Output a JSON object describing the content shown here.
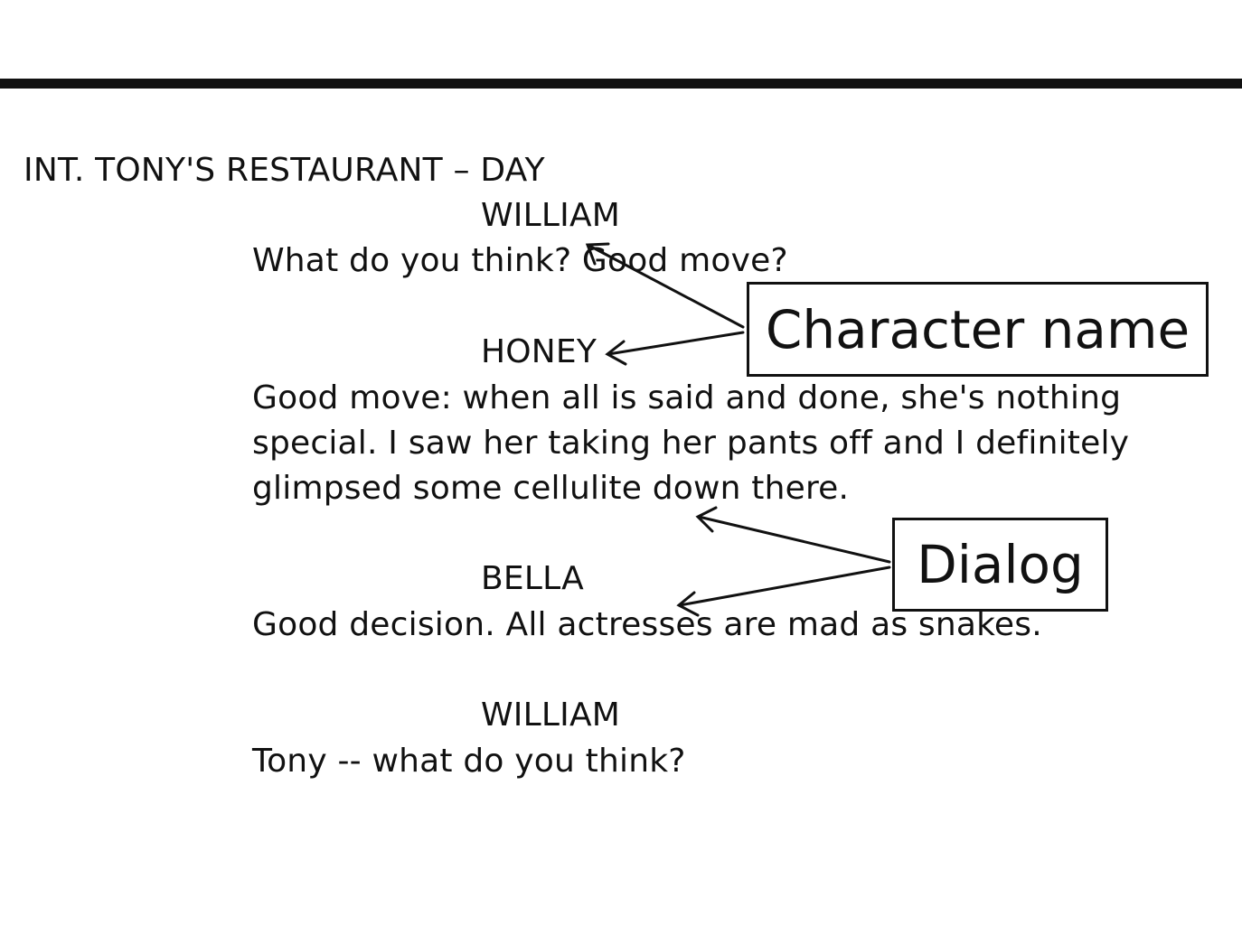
{
  "scene_heading": "INT. TONY'S RESTAURANT – DAY",
  "script": [
    {
      "character": "WILLIAM",
      "lines": [
        "What do you think? Good move?"
      ]
    },
    {
      "character": "HONEY",
      "lines": [
        "Good move: when all is said and done, she's nothing",
        "special.  I saw her taking her pants off and I definitely",
        "glimpsed some cellulite down there."
      ]
    },
    {
      "character": "BELLA",
      "lines": [
        "Good decision.  All actresses are mad as snakes."
      ]
    },
    {
      "character": "WILLIAM",
      "lines": [
        "Tony -- what do you think?"
      ]
    }
  ],
  "callouts": {
    "character_name": "Character name",
    "dialog": "Dialog"
  }
}
